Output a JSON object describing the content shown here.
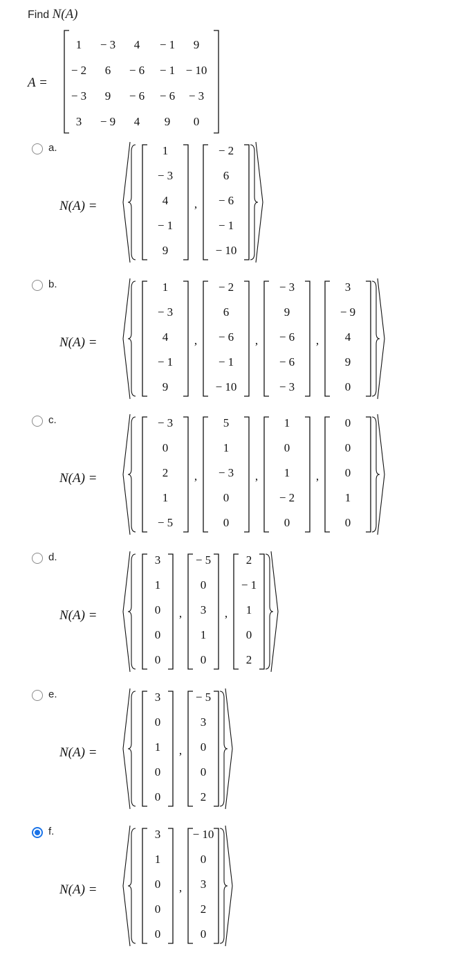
{
  "question": {
    "prefix": "Find",
    "expr": "N(A)"
  },
  "statement": {
    "lhs": "A =",
    "matrix": [
      [
        "1",
        "− 3",
        "4",
        "− 1",
        "9"
      ],
      [
        "− 2",
        "6",
        "− 6",
        "− 1",
        "− 10"
      ],
      [
        "− 3",
        "9",
        "− 6",
        "− 6",
        "− 3"
      ],
      [
        "3",
        "− 9",
        "4",
        "9",
        "0"
      ]
    ]
  },
  "lhs_label": "N(A) =",
  "selected_option": "f.",
  "options": [
    {
      "letter": "a.",
      "selected": false,
      "vectors": [
        [
          "1",
          "− 3",
          "4",
          "− 1",
          "9"
        ],
        [
          "− 2",
          "6",
          "− 6",
          "− 1",
          "− 10"
        ]
      ]
    },
    {
      "letter": "b.",
      "selected": false,
      "vectors": [
        [
          "1",
          "− 3",
          "4",
          "− 1",
          "9"
        ],
        [
          "− 2",
          "6",
          "− 6",
          "− 1",
          "− 10"
        ],
        [
          "− 3",
          "9",
          "− 6",
          "− 6",
          "− 3"
        ],
        [
          "3",
          "− 9",
          "4",
          "9",
          "0"
        ]
      ]
    },
    {
      "letter": "c.",
      "selected": false,
      "vectors": [
        [
          "− 3",
          "0",
          "2",
          "1",
          "− 5"
        ],
        [
          "5",
          "1",
          "− 3",
          "0",
          "0"
        ],
        [
          "1",
          "0",
          "1",
          "− 2",
          "0"
        ],
        [
          "0",
          "0",
          "0",
          "1",
          "0"
        ]
      ]
    },
    {
      "letter": "d.",
      "selected": false,
      "vectors": [
        [
          "3",
          "1",
          "0",
          "0",
          "0"
        ],
        [
          "− 5",
          "0",
          "3",
          "1",
          "0"
        ],
        [
          "2",
          "− 1",
          "1",
          "0",
          "2"
        ]
      ]
    },
    {
      "letter": "e.",
      "selected": false,
      "vectors": [
        [
          "3",
          "0",
          "1",
          "0",
          "0"
        ],
        [
          "− 5",
          "3",
          "0",
          "0",
          "2"
        ]
      ]
    },
    {
      "letter": "f.",
      "selected": true,
      "vectors": [
        [
          "3",
          "1",
          "0",
          "0",
          "0"
        ],
        [
          "− 10",
          "0",
          "3",
          "2",
          "0"
        ]
      ]
    }
  ]
}
